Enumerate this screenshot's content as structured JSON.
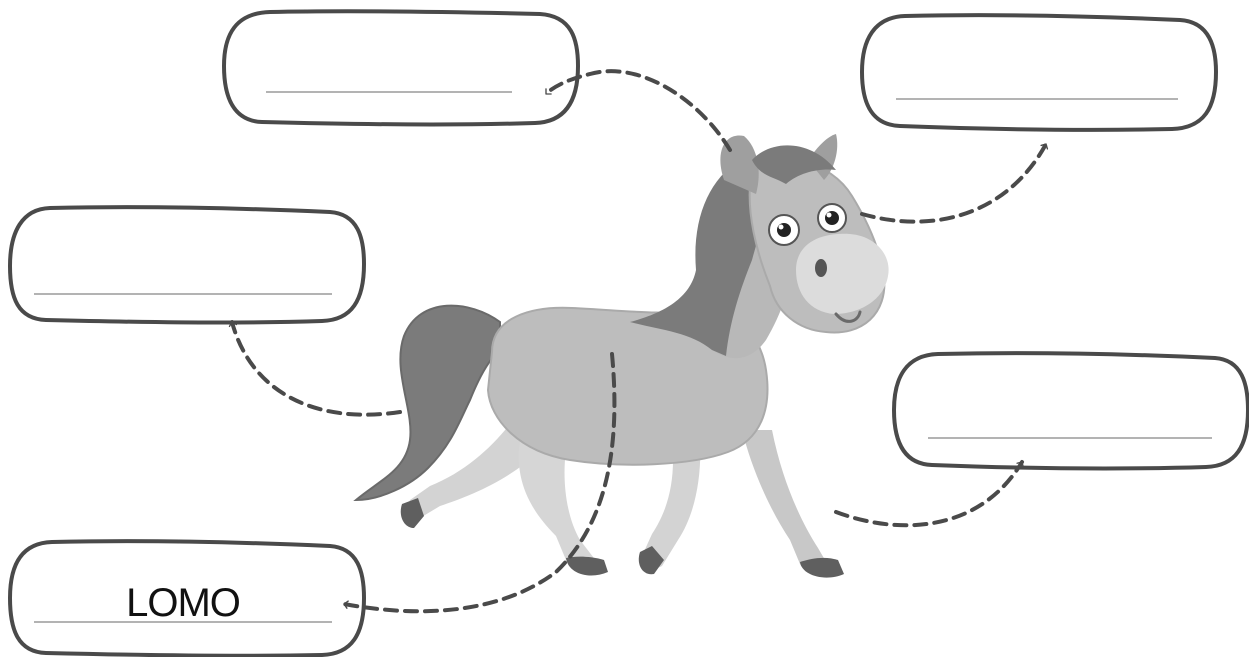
{
  "worksheet": {
    "label_boxes": [
      {
        "id": "top-left",
        "answer": ""
      },
      {
        "id": "top-right",
        "answer": ""
      },
      {
        "id": "middle-left",
        "answer": ""
      },
      {
        "id": "middle-right",
        "answer": ""
      },
      {
        "id": "bottom-left",
        "answer": "LOMO"
      }
    ]
  },
  "illustration": {
    "subject": "horse"
  },
  "colors": {
    "outline": "#4a4a4a",
    "writing_line": "#9a9a9a",
    "horse_body": "#bdbdbd",
    "horse_mane": "#7b7b7b",
    "horse_muzzle": "#dcdcdc",
    "hoof": "#5f5f5f"
  }
}
